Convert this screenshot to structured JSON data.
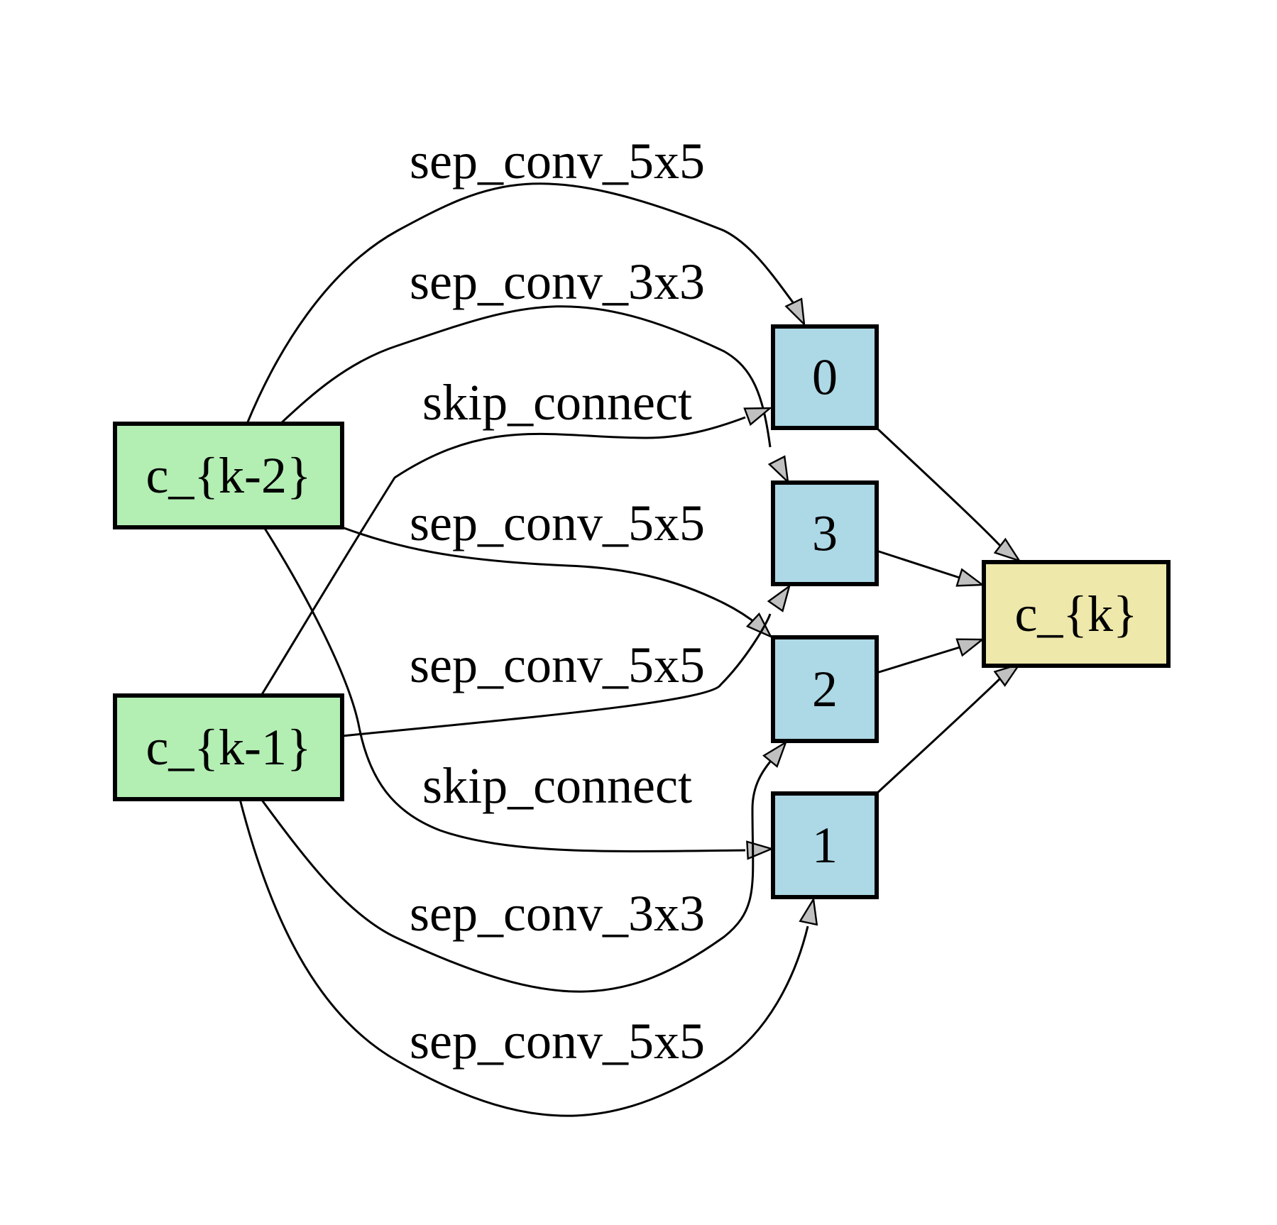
{
  "diagram": {
    "nodes": [
      {
        "id": "ck2",
        "label": "c_{k-2}",
        "fill": "#b3eeb3",
        "role": "input"
      },
      {
        "id": "ck1",
        "label": "c_{k-1}",
        "fill": "#b3eeb3",
        "role": "input"
      },
      {
        "id": "n0",
        "label": "0",
        "fill": "#add8e6",
        "role": "intermediate"
      },
      {
        "id": "n3",
        "label": "3",
        "fill": "#add8e6",
        "role": "intermediate"
      },
      {
        "id": "n2",
        "label": "2",
        "fill": "#add8e6",
        "role": "intermediate"
      },
      {
        "id": "n1",
        "label": "1",
        "fill": "#add8e6",
        "role": "intermediate"
      },
      {
        "id": "ck",
        "label": "c_{k}",
        "fill": "#eee8aa",
        "role": "output"
      }
    ],
    "edges": [
      {
        "id": "e1",
        "from": "c_{k-2}",
        "to": "0",
        "label": "sep_conv_5x5"
      },
      {
        "id": "e2",
        "from": "c_{k-2}",
        "to": "3",
        "label": "sep_conv_3x3"
      },
      {
        "id": "e3",
        "from": "c_{k-1}",
        "to": "0",
        "label": "skip_connect"
      },
      {
        "id": "e4",
        "from": "c_{k-2}",
        "to": "2",
        "label": "sep_conv_5x5"
      },
      {
        "id": "e5",
        "from": "c_{k-1}",
        "to": "3",
        "label": "sep_conv_5x5"
      },
      {
        "id": "e6",
        "from": "c_{k-2}",
        "to": "1",
        "label": "skip_connect"
      },
      {
        "id": "e7",
        "from": "c_{k-1}",
        "to": "2",
        "label": "sep_conv_3x3"
      },
      {
        "id": "e8",
        "from": "c_{k-1}",
        "to": "1",
        "label": "sep_conv_5x5"
      },
      {
        "id": "e9",
        "from": "0",
        "to": "c_{k}",
        "label": ""
      },
      {
        "id": "e10",
        "from": "3",
        "to": "c_{k}",
        "label": ""
      },
      {
        "id": "e11",
        "from": "2",
        "to": "c_{k}",
        "label": ""
      },
      {
        "id": "e12",
        "from": "1",
        "to": "c_{k}",
        "label": ""
      }
    ]
  }
}
